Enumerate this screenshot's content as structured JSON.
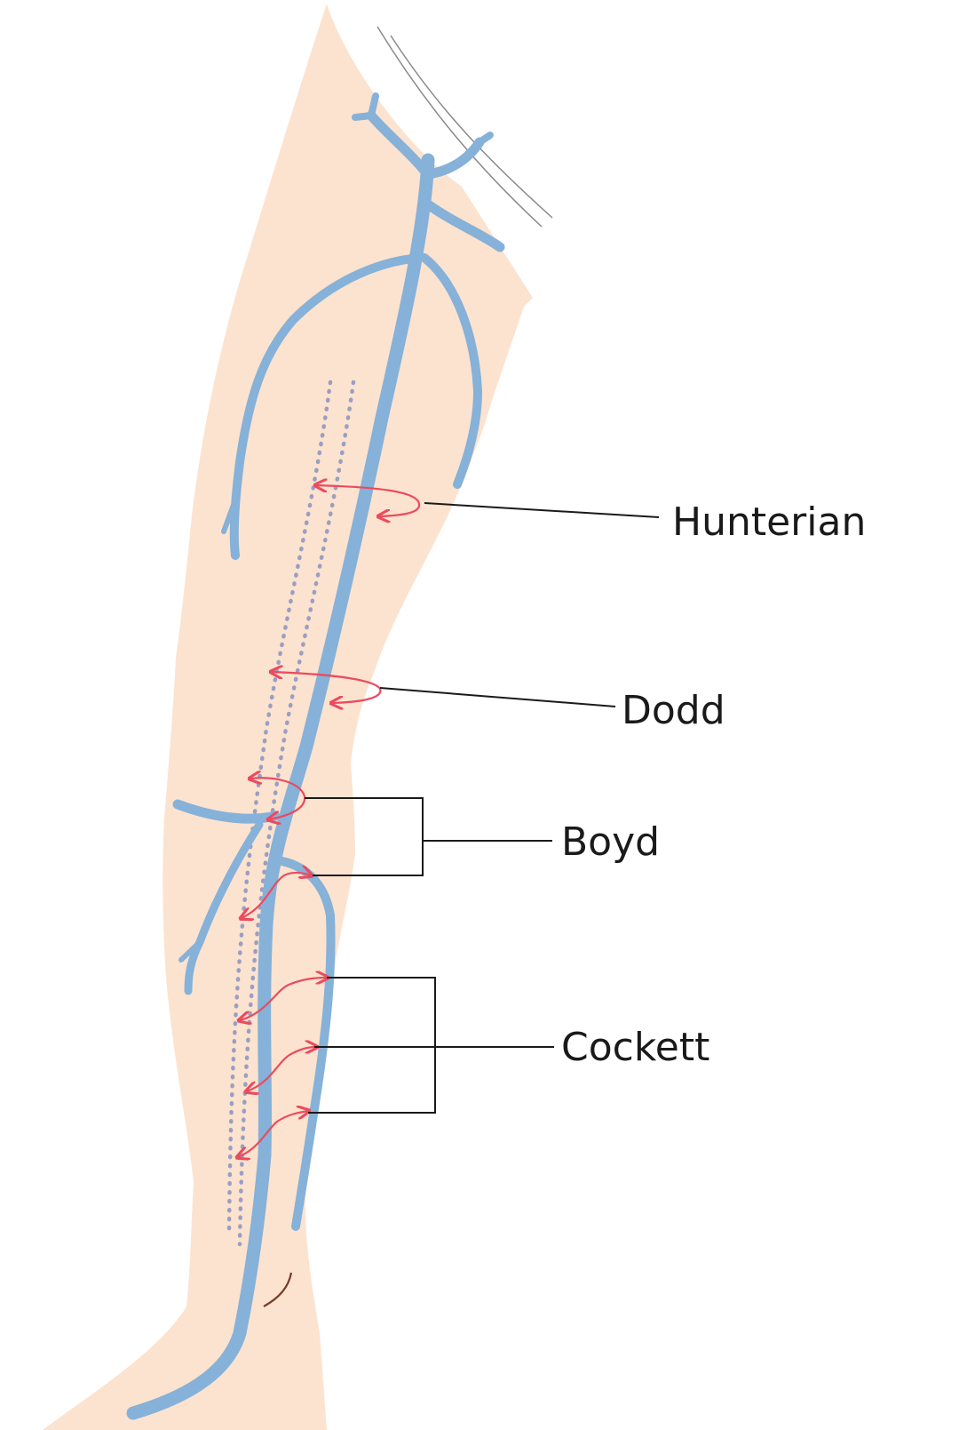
{
  "colors": {
    "skin": "#fce3cf",
    "vein": "#86b1d8",
    "deep_vein_dots": "#9a9fc2",
    "perforator_arrows": "#ec4a5f",
    "labels": "#1a1a1a"
  },
  "labels": {
    "hunterian": "Hunterian",
    "dodd": "Dodd",
    "boyd": "Boyd",
    "cockett": "Cockett"
  }
}
